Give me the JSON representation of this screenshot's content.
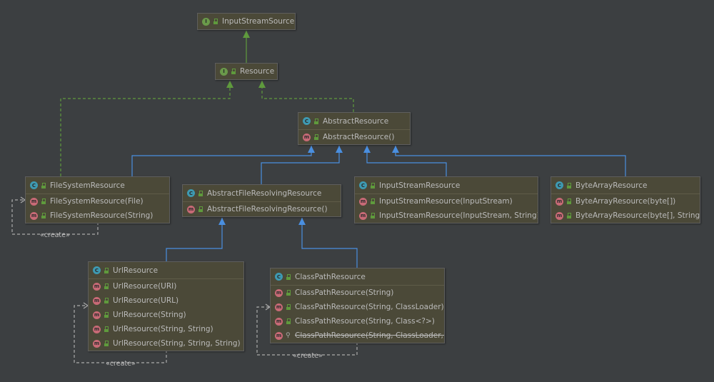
{
  "colors": {
    "background": "#3c3f41",
    "node": "#4b4938",
    "implements": "#5f9a3d",
    "extends": "#4a8fe0",
    "creates": "#aaaaaa"
  },
  "nodes": [
    {
      "id": "InputStreamSource",
      "kind": "interface",
      "name": "InputStreamSource",
      "members": []
    },
    {
      "id": "Resource",
      "kind": "interface",
      "name": "Resource",
      "members": []
    },
    {
      "id": "AbstractResource",
      "kind": "class",
      "name": "AbstractResource",
      "members": [
        {
          "text": "AbstractResource()",
          "visibility": "public"
        }
      ]
    },
    {
      "id": "FileSystemResource",
      "kind": "class",
      "name": "FileSystemResource",
      "members": [
        {
          "text": "FileSystemResource(File)",
          "visibility": "public"
        },
        {
          "text": "FileSystemResource(String)",
          "visibility": "public"
        }
      ]
    },
    {
      "id": "AbstractFileResolvingResource",
      "kind": "class",
      "name": "AbstractFileResolvingResource",
      "members": [
        {
          "text": "AbstractFileResolvingResource()",
          "visibility": "public"
        }
      ]
    },
    {
      "id": "InputStreamResource",
      "kind": "class",
      "name": "InputStreamResource",
      "members": [
        {
          "text": "InputStreamResource(InputStream)",
          "visibility": "public"
        },
        {
          "text": "InputStreamResource(InputStream, String)",
          "visibility": "public"
        }
      ]
    },
    {
      "id": "ByteArrayResource",
      "kind": "class",
      "name": "ByteArrayResource",
      "members": [
        {
          "text": "ByteArrayResource(byte[])",
          "visibility": "public"
        },
        {
          "text": "ByteArrayResource(byte[], String)",
          "visibility": "public"
        }
      ]
    },
    {
      "id": "UrlResource",
      "kind": "class",
      "name": "UrlResource",
      "members": [
        {
          "text": "UrlResource(URI)",
          "visibility": "public"
        },
        {
          "text": "UrlResource(URL)",
          "visibility": "public"
        },
        {
          "text": "UrlResource(String)",
          "visibility": "public"
        },
        {
          "text": "UrlResource(String, String)",
          "visibility": "public"
        },
        {
          "text": "UrlResource(String, String, String)",
          "visibility": "public"
        }
      ]
    },
    {
      "id": "ClassPathResource",
      "kind": "class",
      "name": "ClassPathResource",
      "members": [
        {
          "text": "ClassPathResource(String)",
          "visibility": "public"
        },
        {
          "text": "ClassPathResource(String, ClassLoader)",
          "visibility": "public"
        },
        {
          "text": "ClassPathResource(String, Class<?>)",
          "visibility": "public"
        },
        {
          "text": "ClassPathResource(String, ClassLoader, Cl",
          "visibility": "package",
          "deprecated": true
        }
      ]
    }
  ],
  "edges": [
    {
      "from": "Resource",
      "to": "InputStreamSource",
      "type": "extends-interface"
    },
    {
      "from": "FileSystemResource",
      "to": "Resource",
      "type": "implements"
    },
    {
      "from": "AbstractResource",
      "to": "Resource",
      "type": "implements"
    },
    {
      "from": "FileSystemResource",
      "to": "AbstractResource",
      "type": "extends"
    },
    {
      "from": "AbstractFileResolvingResource",
      "to": "AbstractResource",
      "type": "extends"
    },
    {
      "from": "InputStreamResource",
      "to": "AbstractResource",
      "type": "extends"
    },
    {
      "from": "ByteArrayResource",
      "to": "AbstractResource",
      "type": "extends"
    },
    {
      "from": "UrlResource",
      "to": "AbstractFileResolvingResource",
      "type": "extends"
    },
    {
      "from": "ClassPathResource",
      "to": "AbstractFileResolvingResource",
      "type": "extends"
    }
  ],
  "creates_label": "«create»",
  "creates": [
    "FileSystemResource",
    "UrlResource",
    "ClassPathResource"
  ]
}
